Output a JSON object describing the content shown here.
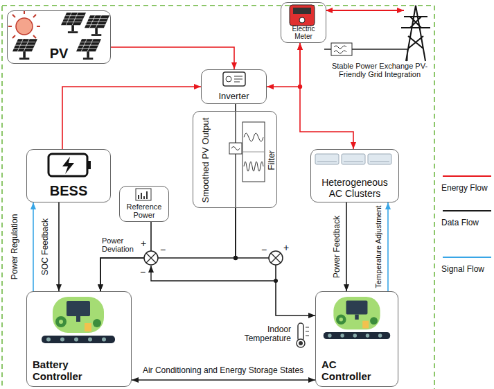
{
  "diagram": {
    "nodes": [
      {
        "text": [
          "PV"
        ]
      },
      {
        "text": [
          "Electric Meter"
        ]
      },
      {
        "text": [
          "Inverter"
        ]
      },
      {
        "text": [
          "Smoothed PV Output",
          "Filter"
        ]
      },
      {
        "text": [
          "BESS"
        ]
      },
      {
        "text": [
          "Heterogeneous AC Clusters"
        ]
      },
      {
        "text": [
          "Reference Power"
        ]
      },
      {
        "text": [
          "Battery Controller"
        ]
      },
      {
        "text": [
          "AC Controller"
        ]
      }
    ],
    "edges": [
      {
        "from": 0,
        "to": 2,
        "arrow": "to"
      },
      {
        "from": 4,
        "to": 2,
        "arrow": "to"
      },
      {
        "from": 1,
        "to": 2,
        "arrow": "both"
      },
      {
        "from": 1,
        "to": 5,
        "arrow": "both"
      },
      {
        "from": 2,
        "to": 3,
        "arrow": "none"
      },
      {
        "from": 6,
        "to": 7,
        "label": "Power Deviation",
        "arrow": "to"
      },
      {
        "from": 3,
        "to": 7,
        "arrow": "to"
      },
      {
        "from": 3,
        "to": 8,
        "arrow": "to"
      },
      {
        "from": 7,
        "to": 4,
        "label": "Power Regulation",
        "arrow": "to"
      },
      {
        "from": 4,
        "to": 7,
        "label": "SOC Feedback",
        "arrow": "to"
      },
      {
        "from": 5,
        "to": 8,
        "label": "Power Feedback",
        "arrow": "to"
      },
      {
        "from": 8,
        "to": 5,
        "label": "Temperature Adjustment",
        "arrow": "to"
      },
      {
        "from": 7,
        "to": 8,
        "label": "Air Conditioning and Energy Storage States",
        "arrow": "both"
      }
    ],
    "labels": [
      "Stable Power Exchange PV-Friendly Grid Integration",
      "+",
      "−",
      "−",
      "−",
      "+",
      "Indoor Temperature"
    ],
    "legend": [
      {
        "text": "Energy Flow"
      },
      {
        "text": "Data Flow"
      },
      {
        "text": "Signal Flow"
      }
    ]
  }
}
